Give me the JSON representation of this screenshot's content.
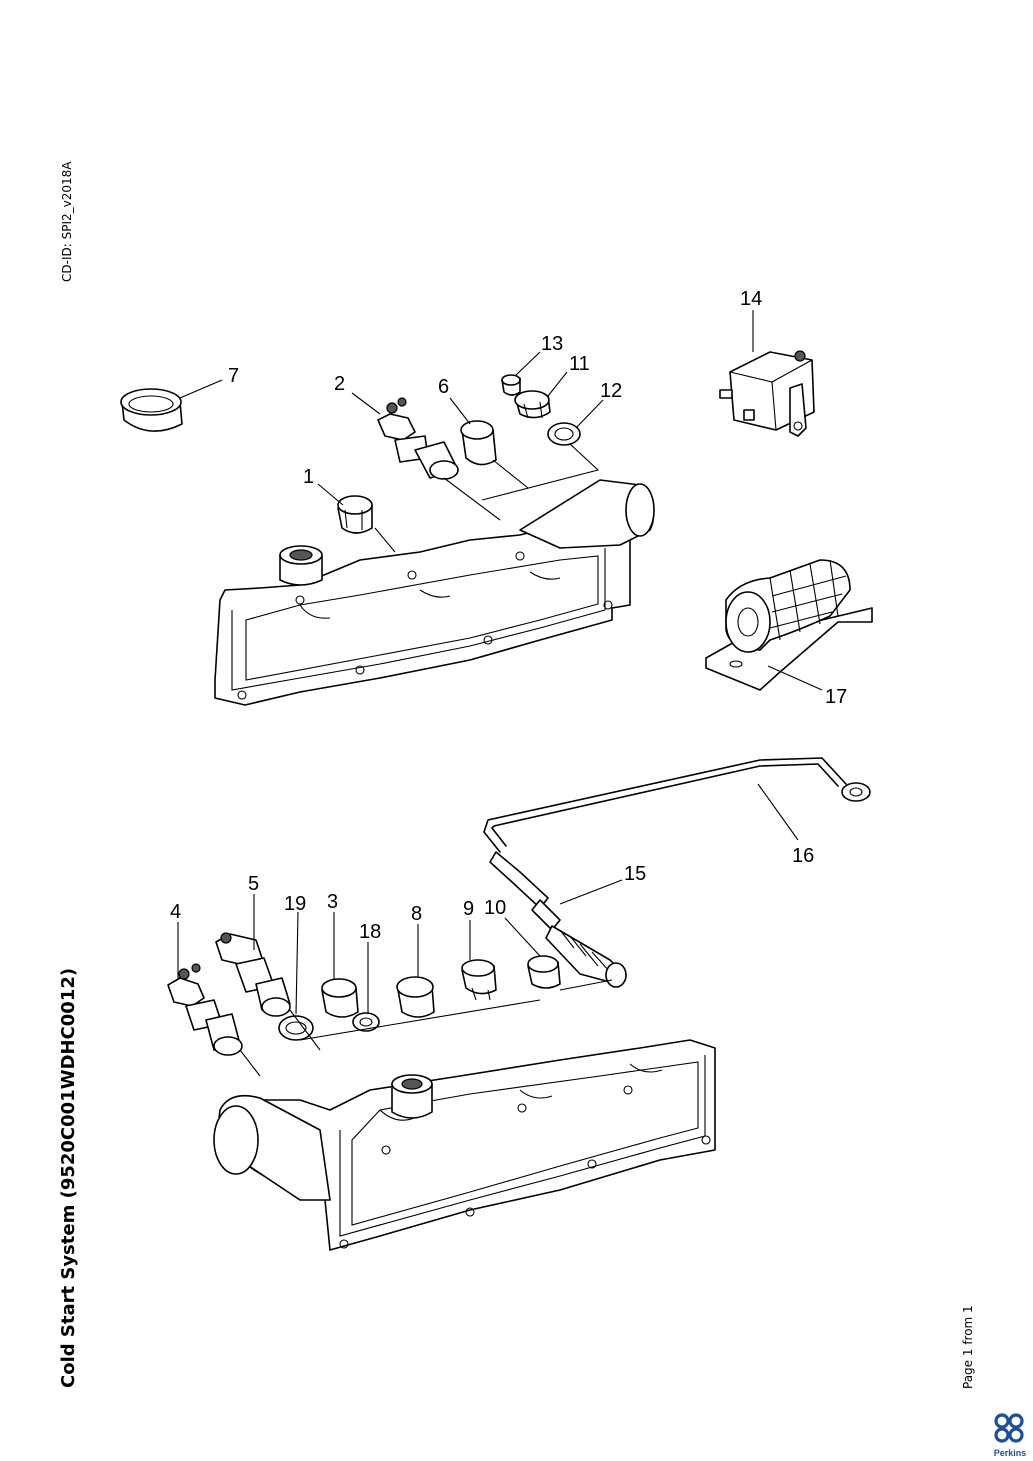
{
  "header": {
    "cd_id": "CD-ID: SPI2_v2018A"
  },
  "title": "Cold Start System (9520C001WDHC0012)",
  "footer": {
    "page_info": "Page 1 from 1",
    "brand": "Perkins"
  },
  "callouts": {
    "c1": "1",
    "c2": "2",
    "c3": "3",
    "c4": "4",
    "c5": "5",
    "c6": "6",
    "c7": "7",
    "c8": "8",
    "c9": "9",
    "c10": "10",
    "c11": "11",
    "c12": "12",
    "c13": "13",
    "c14": "14",
    "c15": "15",
    "c16": "16",
    "c17": "17",
    "c18": "18",
    "c19": "19"
  },
  "colors": {
    "ink": "#000000",
    "logo_blue": "#1b4f9c",
    "background": "#ffffff"
  }
}
